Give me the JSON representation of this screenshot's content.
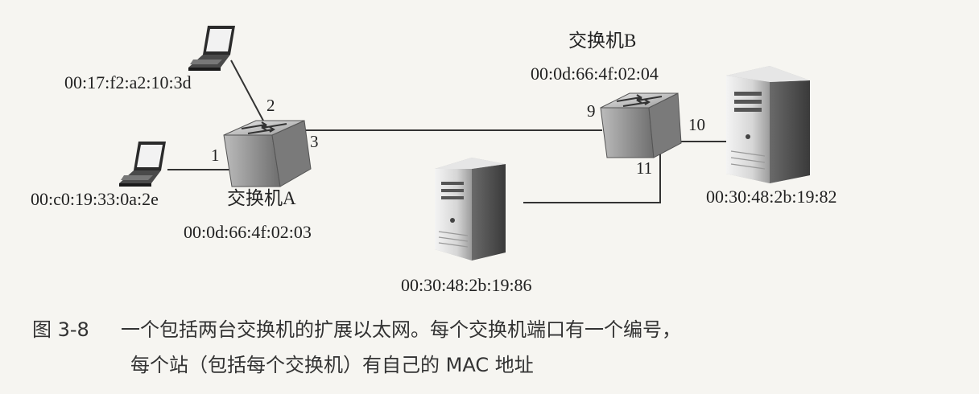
{
  "figure": {
    "number": "图 3-8",
    "caption_line1": "一个包括两台交换机的扩展以太网。每个交换机端口有一个编号，",
    "caption_line2": "每个站（包括每个交换机）有自己的 MAC 地址"
  },
  "switch_a": {
    "name": "交换机A",
    "mac": "00:0d:66:4f:02:03"
  },
  "switch_b": {
    "name": "交换机B",
    "mac": "00:0d:66:4f:02:04"
  },
  "laptop_top": {
    "mac": "00:17:f2:a2:10:3d"
  },
  "laptop_left": {
    "mac": "00:c0:19:33:0a:2e"
  },
  "server_right": {
    "mac": "00:30:48:2b:19:82"
  },
  "server_bottom": {
    "mac": "00:30:48:2b:19:86"
  },
  "ports": {
    "p1": "1",
    "p2": "2",
    "p3": "3",
    "p9": "9",
    "p10": "10",
    "p11": "11"
  },
  "icons": [
    "laptop-icon",
    "switch-icon",
    "server-icon"
  ]
}
